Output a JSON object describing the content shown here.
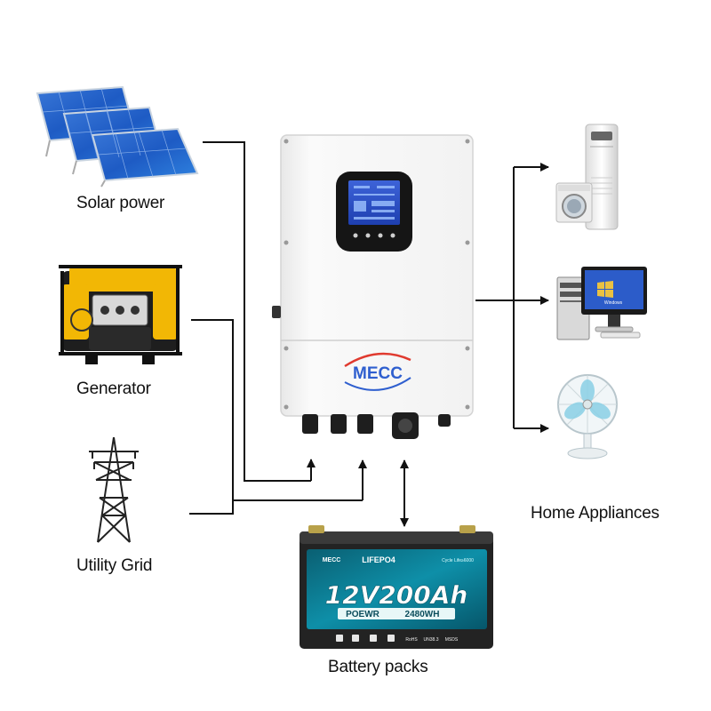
{
  "sources": [
    {
      "label": "Solar power"
    },
    {
      "label": "Generator"
    },
    {
      "label": "Utility Grid"
    }
  ],
  "loads_label": "Home Appliances",
  "battery_label": "Battery packs",
  "inverter": {
    "brand": "MECC"
  },
  "battery": {
    "brand": "MECC",
    "chemistry": "LIFEPO4",
    "cycle_text": "Cycle Life≥6000",
    "rating": "12V200Ah",
    "sub_brand": "POEWR",
    "energy": "2480WH",
    "cert_rohs": "RoHS",
    "cert_un": "UN38.3",
    "cert_msds": "MSDS"
  },
  "monitor_brand": "Windows"
}
